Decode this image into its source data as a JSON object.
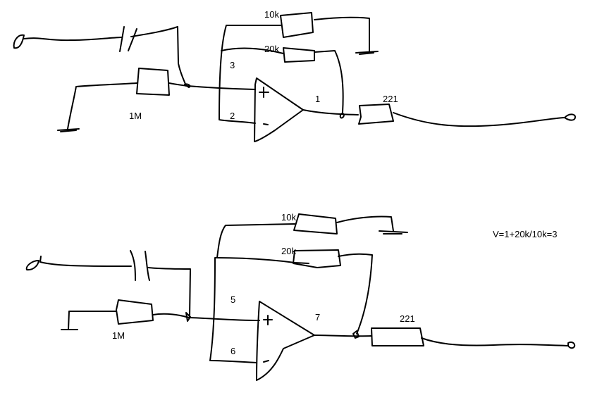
{
  "circuit_top": {
    "r_feedback_top": "10k",
    "r_feedback_bottom": "20k",
    "pin_3": "3",
    "pin_2": "2",
    "pin_1": "1",
    "r_bias": "1M",
    "r_out": "221"
  },
  "circuit_bottom": {
    "r_feedback_top": "10k",
    "r_feedback_bottom": "20k",
    "pin_5": "5",
    "pin_6": "6",
    "pin_7": "7",
    "r_bias": "1M",
    "r_out": "221"
  },
  "gain_note": "V=1+20k/10k=3"
}
